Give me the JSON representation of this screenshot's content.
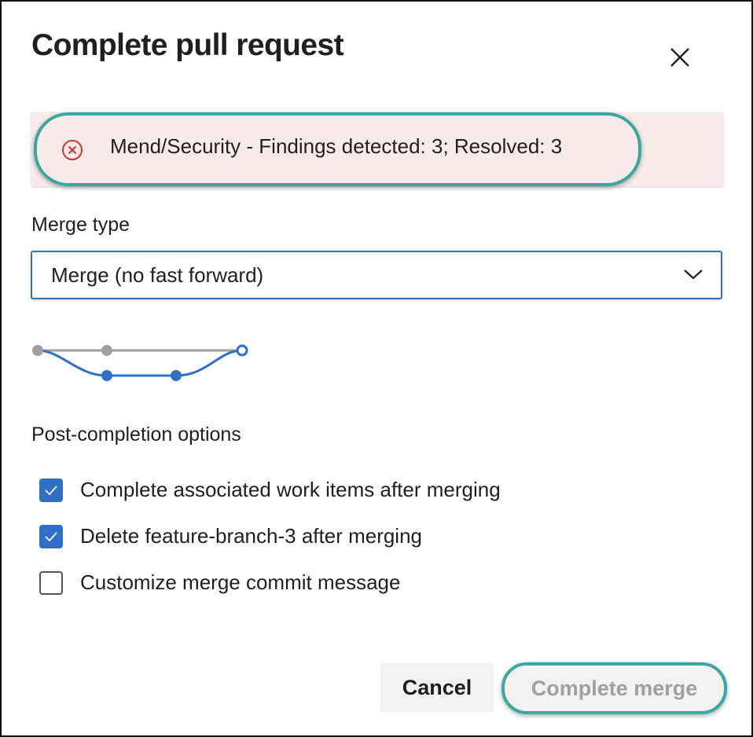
{
  "dialog": {
    "title": "Complete pull request",
    "close_icon": "close-icon"
  },
  "banner": {
    "icon": "error-circle-icon",
    "text": "Mend/Security - Findings detected: 3; Resolved: 3",
    "colors": {
      "background": "#f9ebeb",
      "icon": "#d13438",
      "highlight": "#3aa8a0"
    }
  },
  "merge_type": {
    "label": "Merge type",
    "selected": "Merge (no fast forward)",
    "chevron_icon": "chevron-down-icon"
  },
  "post_completion": {
    "label": "Post-completion options",
    "options": [
      {
        "label": "Complete associated work items after merging",
        "checked": true
      },
      {
        "label": "Delete feature-branch-3 after merging",
        "checked": true
      },
      {
        "label": "Customize merge commit message",
        "checked": false
      }
    ]
  },
  "buttons": {
    "cancel": "Cancel",
    "complete": "Complete merge",
    "complete_disabled": true
  },
  "colors": {
    "accent": "#2f6fc8",
    "highlight_ring": "#3aa8a0",
    "disabled_text": "#a19f9d"
  }
}
